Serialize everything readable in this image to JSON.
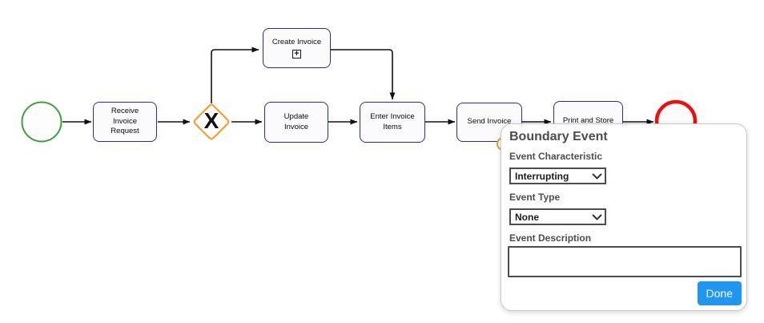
{
  "diagram": {
    "gateway": {
      "label": "X"
    },
    "tasks": {
      "receive": {
        "label": "Receive\nInvoice\nRequest"
      },
      "create": {
        "label": "Create Invoice",
        "subprocess_marker": "+"
      },
      "update": {
        "label": "Update\nInvoice"
      },
      "enter": {
        "label": "Enter Invoice\nItems"
      },
      "send": {
        "label": "Send Invoice"
      },
      "print": {
        "label": "Print and Store"
      }
    }
  },
  "panel": {
    "title": "Boundary Event",
    "characteristic": {
      "label": "Event Characteristic",
      "value": "Interrupting"
    },
    "event_type": {
      "label": "Event Type",
      "value": "None"
    },
    "description": {
      "label": "Event Description",
      "value": ""
    },
    "done_label": "Done"
  },
  "colors": {
    "task_border": "#2b2b9e",
    "gateway_border": "#f59b25",
    "start_event_stroke": "#3f9e3f",
    "end_event_stroke": "#e81010",
    "boundary_event_stroke": "#d9a032",
    "done_button_bg": "#2096f3",
    "panel_border": "#c8c8c8",
    "panel_text": "#4d4d4d"
  }
}
